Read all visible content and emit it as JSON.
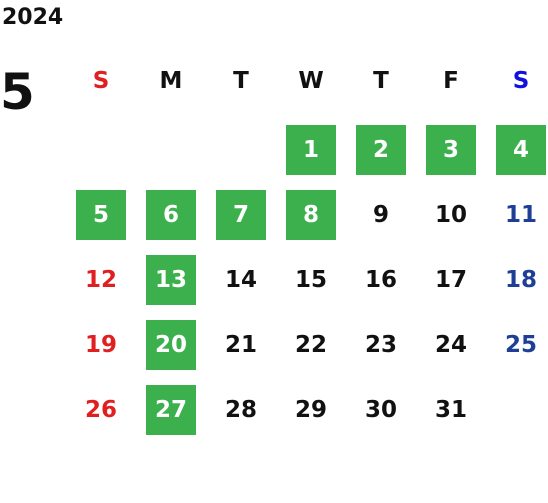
{
  "calendar": {
    "year": "2024",
    "month": "5",
    "weekdays": [
      "S",
      "M",
      "T",
      "W",
      "T",
      "F",
      "S"
    ],
    "first_weekday_index": 3,
    "days_in_month": 31,
    "highlighted_days": [
      1,
      2,
      3,
      4,
      5,
      6,
      7,
      8,
      13,
      20,
      27
    ],
    "colors": {
      "highlight_bg": "#3cb04c",
      "highlight_text": "#ffffff",
      "sunday": "#e02020",
      "saturday": "#1f3f96",
      "saturday_header": "#1010e0",
      "weekday": "#111111"
    }
  }
}
